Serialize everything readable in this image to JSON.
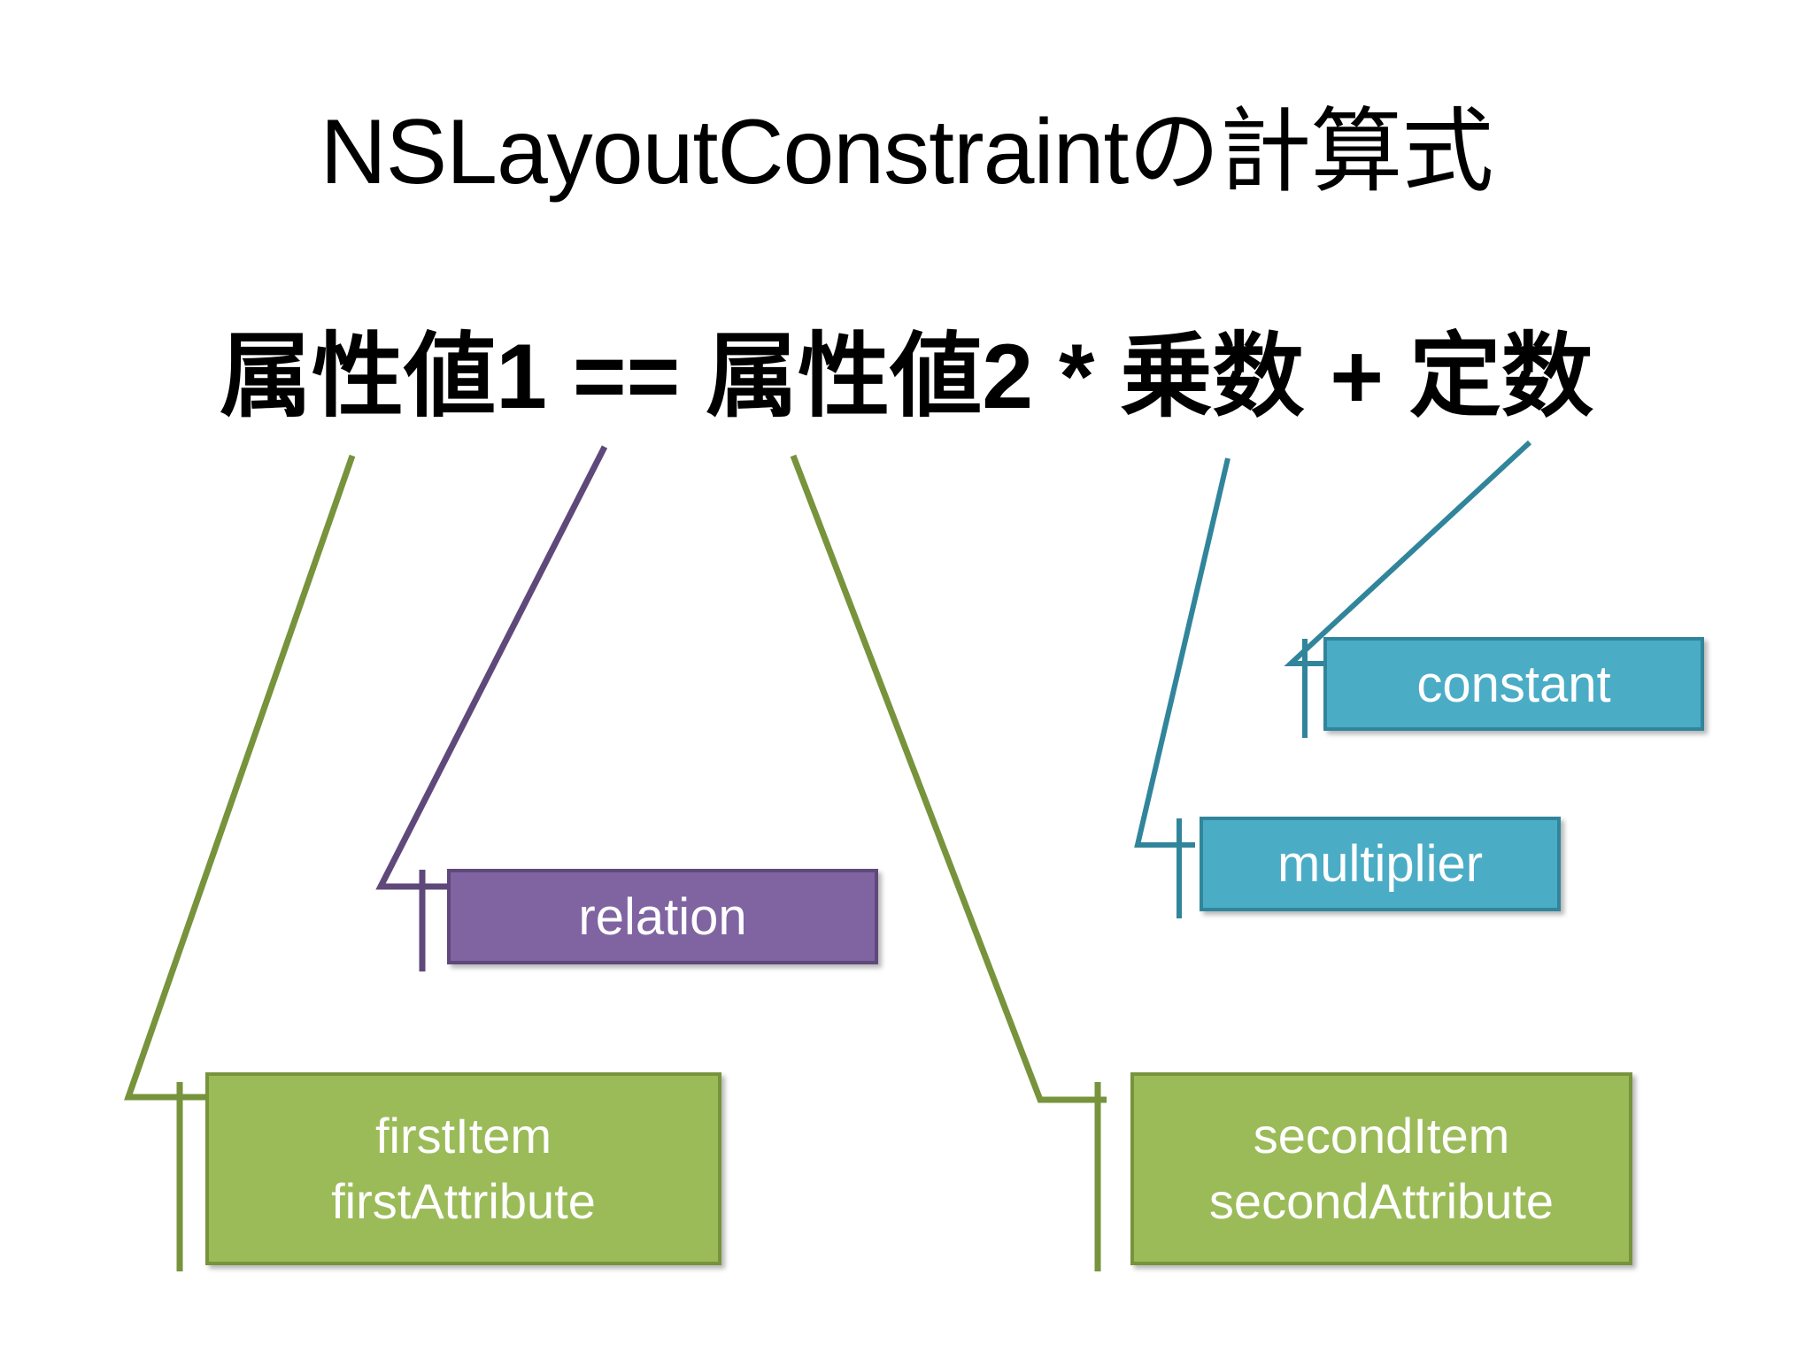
{
  "slide": {
    "title": "NSLayoutConstraintの計算式",
    "formula": "属性値1 == 属性値2 * 乗数 + 定数",
    "background_color": "#FFFFFF",
    "title_color": "#000000"
  },
  "colors": {
    "green_fill": "#9BBB59",
    "green_border": "#77933C",
    "purple_fill": "#8064A2",
    "purple_border": "#5F497A",
    "teal_fill": "#4BACC6",
    "teal_border": "#31859B",
    "label_text": "#FFFFFF"
  },
  "boxes": [
    {
      "id": "constant",
      "label": "constant",
      "fill": "#4BACC6",
      "border": "#31859B",
      "connects_to": "定数"
    },
    {
      "id": "multiplier",
      "label": "multiplier",
      "fill": "#4BACC6",
      "border": "#31859B",
      "connects_to": "乗数"
    },
    {
      "id": "relation",
      "label": "relation",
      "fill": "#8064A2",
      "border": "#5F497A",
      "connects_to": "=="
    },
    {
      "id": "first",
      "line1": "firstItem",
      "line2": "firstAttribute",
      "fill": "#9BBB59",
      "border": "#77933C",
      "connects_to": "属性値1"
    },
    {
      "id": "second",
      "line1": "secondItem",
      "line2": "secondAttribute",
      "fill": "#9BBB59",
      "border": "#77933C",
      "connects_to": "属性値2"
    }
  ]
}
